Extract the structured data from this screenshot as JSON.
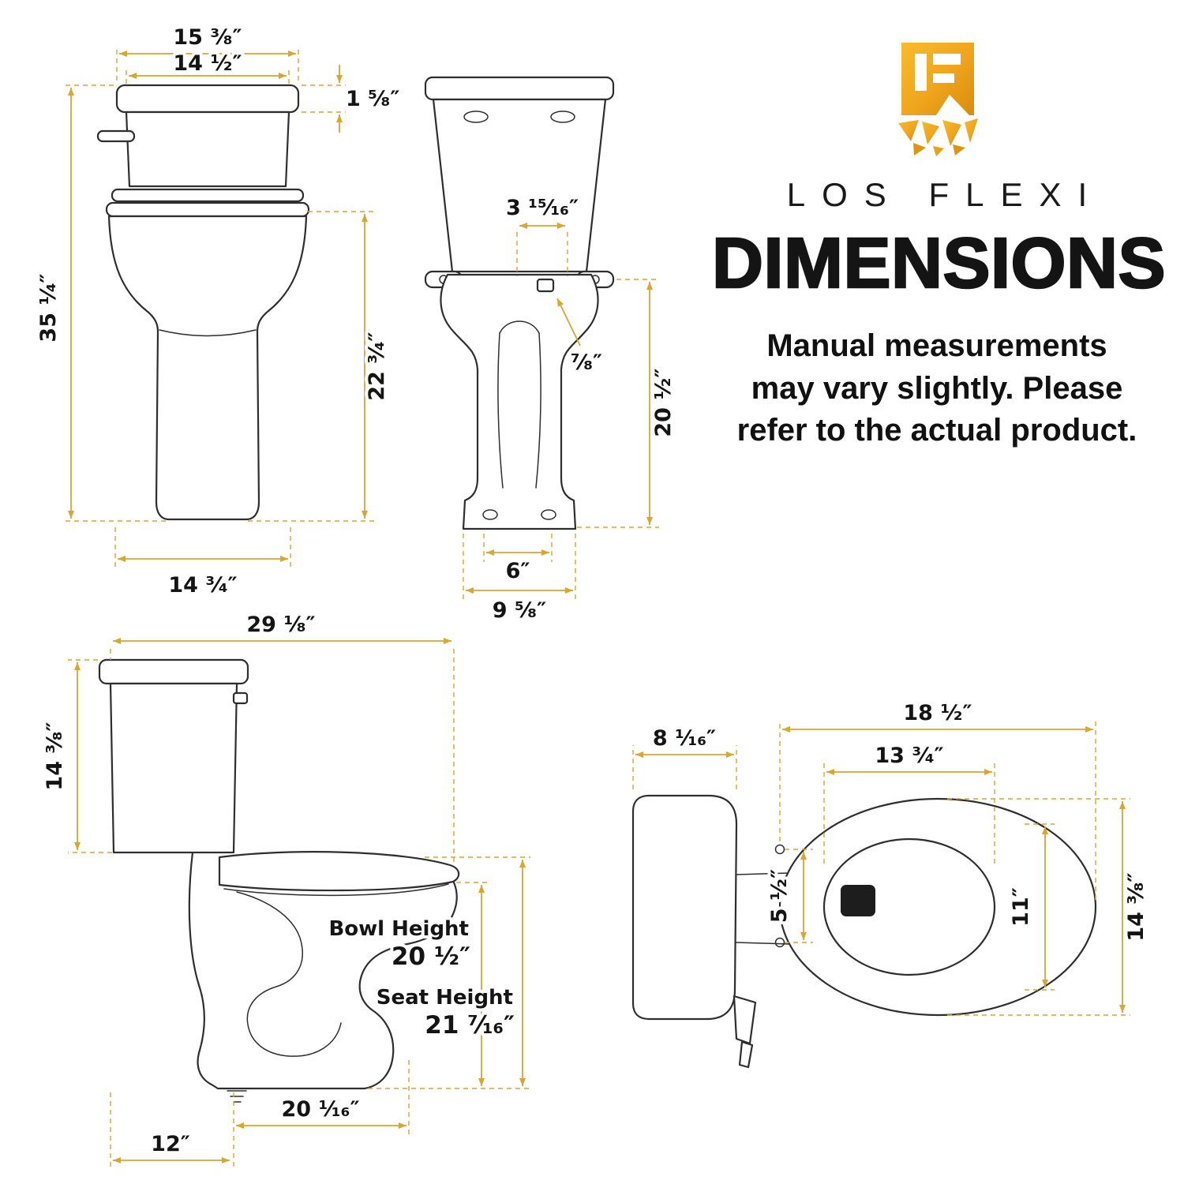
{
  "colors": {
    "accent_gold": "#D9A62E",
    "ink": "#141414",
    "logo_gold": "#EFA41C"
  },
  "brand": {
    "name": "LOS FLEXI",
    "title": "DIMENSIONS",
    "disclaimer": [
      "Manual measurements",
      "may vary slightly. Please",
      "refer to the actual product."
    ]
  },
  "front_view": {
    "lid_width": "15 ³⁄₈″",
    "tank_width": "14 ¹⁄₂″",
    "lid_height": "1 ⁵⁄₈″",
    "total_height": "35 ¹⁄₄″",
    "rim_height": "22 ³⁄₄″",
    "base_width": "14 ³⁄₄″"
  },
  "back_view": {
    "inlet_offset": "3 ¹⁵⁄₁₆″",
    "inlet_size": "⁷⁄₈″",
    "rear_height": "20 ¹⁄₂″",
    "base_inner": "6″",
    "base_outer": "9 ⁵⁄₈″"
  },
  "side_view": {
    "depth": "29 ¹⁄₈″",
    "tank_height": "14 ³⁄₈″",
    "bowl_height_label": "Bowl Height",
    "bowl_height_value": "20 ¹⁄₂″",
    "seat_height_label": "Seat Height",
    "seat_height_value": "21 ⁷⁄₁₆″",
    "base_depth": "20 ¹⁄₁₆″",
    "rough_in": "12″"
  },
  "top_view": {
    "tank_depth": "8 ¹⁄₁₆″",
    "seat_length": "18 ¹⁄₂″",
    "inner_length": "13 ³⁄₄″",
    "bolt_spacing": "5 ¹⁄₂″",
    "inner_width": "11″",
    "outer_width": "14 ³⁄₈″"
  }
}
